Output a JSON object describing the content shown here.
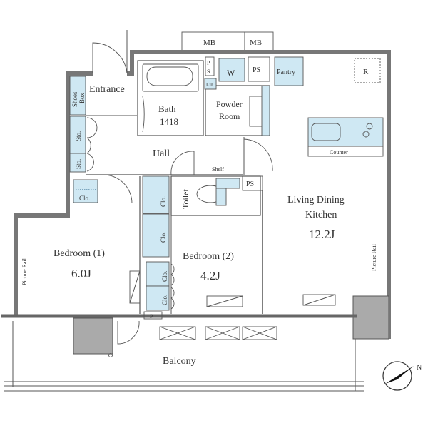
{
  "plan": {
    "mb_left": "MB",
    "mb_right": "MB",
    "ps_small_p": "P",
    "ps_small_s": "S",
    "washer": "W",
    "ps_top": "PS",
    "pantry": "Pantry",
    "refrigerator": "R",
    "shoes_box_1": "Shoes",
    "shoes_box_2": "Box",
    "entrance": "Entrance",
    "linen": "Lin",
    "bath": "Bath",
    "bath_size": "1418",
    "powder_room_1": "Powder",
    "powder_room_2": "Room",
    "storage_1": "Sto.",
    "storage_2": "Sto.",
    "hall": "Hall",
    "counter": "Counter",
    "shelf": "Shelf",
    "ps_toilet": "PS",
    "toilet": "Toilet",
    "closet_hall": "Clo.",
    "closet_1": "Clo.",
    "closet_2": "Clo.",
    "closet_3": "Clo.",
    "closet_4": "Clo.",
    "ldk_1": "Living Dining",
    "ldk_2": "Kitchen",
    "ldk_size": "12.2J",
    "picture_rail_left": "Picture Rail",
    "picture_rail_right": "Picture Rail",
    "bedroom1": "Bedroom (1)",
    "bedroom1_size": "6.0J",
    "bedroom2": "Bedroom (2)",
    "bedroom2_size": "4.2J",
    "p_box": "P",
    "balcony": "Balcony",
    "north_label": "N"
  }
}
